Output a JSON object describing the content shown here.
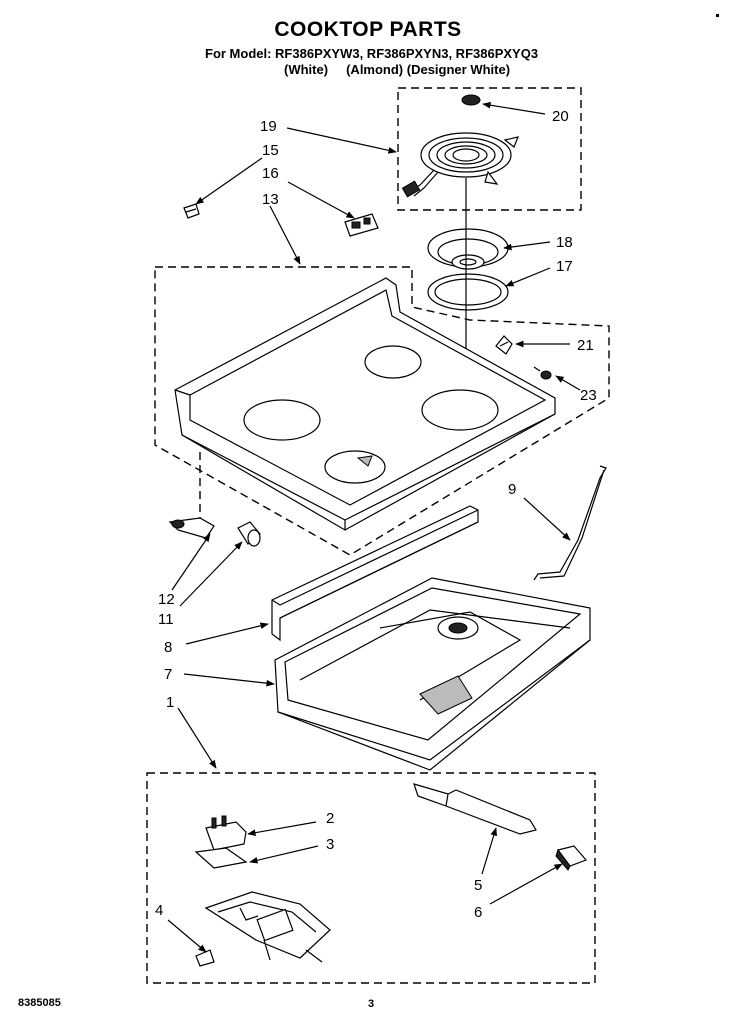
{
  "title": "COOKTOP PARTS",
  "models_line": "For Model: RF386PXYW3, RF386PXYN3, RF386PXYQ3",
  "colors_line": "(White)     (Almond) (Designer White)",
  "footer_code": "8385085",
  "page_number": "3",
  "callouts": [
    {
      "id": "20",
      "label": "20"
    },
    {
      "id": "19",
      "label": "19"
    },
    {
      "id": "15",
      "label": "15"
    },
    {
      "id": "16",
      "label": "16"
    },
    {
      "id": "13",
      "label": "13"
    },
    {
      "id": "18",
      "label": "18"
    },
    {
      "id": "17",
      "label": "17"
    },
    {
      "id": "21",
      "label": "21"
    },
    {
      "id": "23",
      "label": "23"
    },
    {
      "id": "9",
      "label": "9"
    },
    {
      "id": "12",
      "label": "12"
    },
    {
      "id": "11",
      "label": "11"
    },
    {
      "id": "8",
      "label": "8"
    },
    {
      "id": "7",
      "label": "7"
    },
    {
      "id": "1",
      "label": "1"
    },
    {
      "id": "2",
      "label": "2"
    },
    {
      "id": "3",
      "label": "3"
    },
    {
      "id": "4",
      "label": "4"
    },
    {
      "id": "5",
      "label": "5"
    },
    {
      "id": "6",
      "label": "6"
    }
  ]
}
